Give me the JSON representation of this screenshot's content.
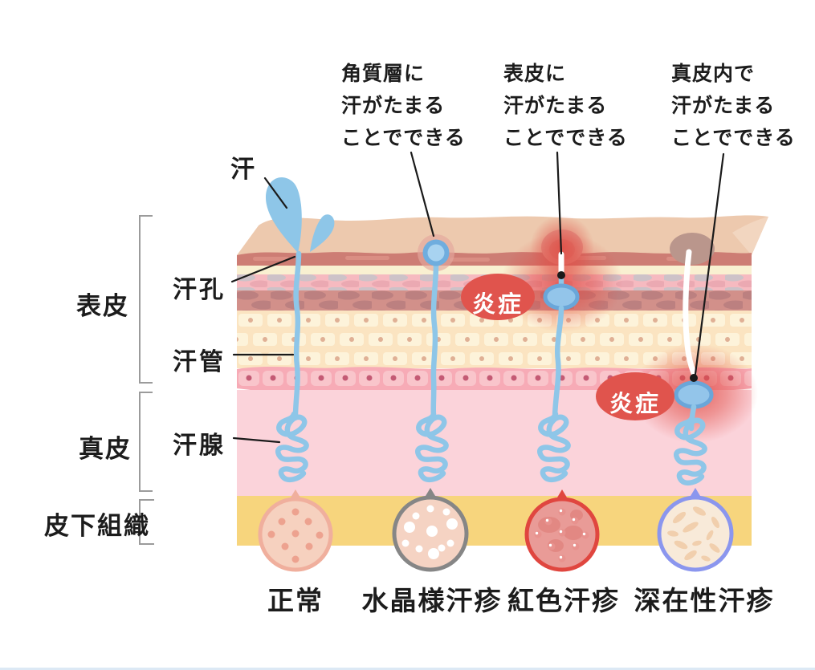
{
  "part_labels": {
    "sweat": "汗",
    "pore": "汗孔",
    "duct": "汗管",
    "gland": "汗腺"
  },
  "layer_labels": [
    {
      "label": "表皮"
    },
    {
      "label": "真皮"
    },
    {
      "label": "皮下組織"
    }
  ],
  "annotations": [
    {
      "text": "角質層に\n汗がたまる\nことでできる"
    },
    {
      "text": "表皮に\n汗がたまる\nことでできる"
    },
    {
      "text": "真皮内で\n汗がたまる\nことでできる"
    }
  ],
  "inflammation": {
    "label": "炎症"
  },
  "conditions": [
    {
      "label": "正常"
    },
    {
      "label": "水晶様汗疹"
    },
    {
      "label": "紅色汗疹"
    },
    {
      "label": "深在性汗疹"
    }
  ],
  "colors": {
    "skin_top": "#edc9ae",
    "stratum_stripe": "#cd7d74",
    "cream_stripe": "#f9f0d1",
    "granular_band": "#f6bac0",
    "mauve_band": "#d2908a",
    "spinous_band": "#fbe4c1",
    "basal_band": "#f7abb6",
    "dermis": "#fbd3da",
    "subcutaneous": "#f7d57d",
    "sweat_blue": "#8ec6e8",
    "inflammation_red": "#e0544d",
    "normal_ring": "#f0af9d",
    "crystallina_ring": "#868686",
    "rubra_ring": "#e0463f",
    "profunda_ring": "#8b96ee"
  }
}
